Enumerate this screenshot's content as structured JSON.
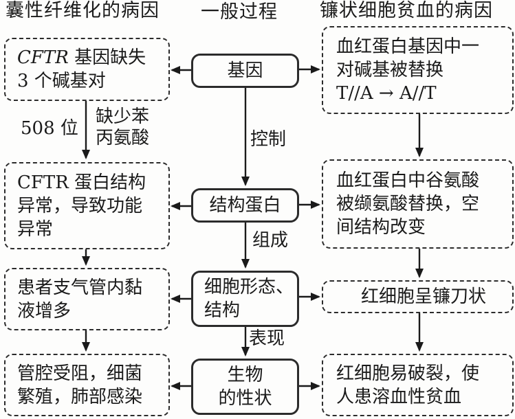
{
  "titles": {
    "left": "囊性纤维化的病因",
    "center": "一般过程",
    "right": "镰状细胞贫血的病因"
  },
  "general_process": {
    "gene": "基因",
    "control_label": "控制",
    "structural_protein": "结构蛋白",
    "compose_label": "组成",
    "cell_morphology": "细胞形态、\n结构",
    "express_label": "表现",
    "traits": "生物\n的性状"
  },
  "cystic_fibrosis": {
    "gene_symbol": "CFTR",
    "gene_deletion_rest": " 基因缺失\n3 个碱基对",
    "position_label": "508 位",
    "missing_phe_label": "缺少苯\n丙氨酸",
    "protein_abnormal": "CFTR 蛋白结构\n异常，导致功能\n异常",
    "mucus_increase": "患者支气管内黏\n液增多",
    "lumen_blocked": "管腔受阻，细菌\n繁殖，肺部感染"
  },
  "sickle_cell": {
    "gene_mutation": "血红蛋白基因中一\n对碱基被替换\nT//A → A//T",
    "protein_change": "血红蛋白中谷氨酸\n被缬氨酸替换，空\n间结构改变",
    "cell_shape": "红细胞呈镰刀状",
    "rupture_result": "红细胞易破裂，使\n人患溶血性贫血"
  }
}
